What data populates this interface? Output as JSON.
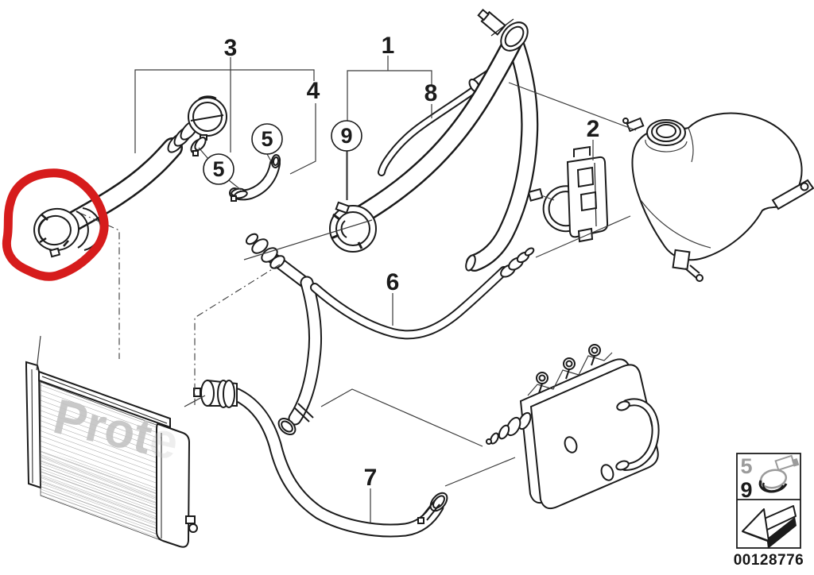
{
  "diagram": {
    "type": "exploded-parts-diagram",
    "subject": "cooling-system-water-hoses",
    "line_color": "#1b1b1b",
    "highlight_color": "#d61c1c",
    "watermark": "Prot",
    "watermark_faded": "e",
    "callouts": {
      "c1": "1",
      "c2": "2",
      "c3": "3",
      "c4": "4",
      "c5a": "5",
      "c5b": "5",
      "c6": "6",
      "c7": "7",
      "c8": "8",
      "c9": "9"
    },
    "legend": {
      "row_top": "5",
      "row_bottom": "9",
      "icon": "hose-clamp-icon",
      "arrow": "direction-arrow-icon",
      "code": "00128776"
    },
    "parts": [
      "radiator",
      "expansion-tank",
      "transmission-oil-cooler",
      "retaining-clip",
      "thermostat-cap-hose",
      "coolant-hoses",
      "hose-clamps",
      "highlighted-hose-connector"
    ]
  }
}
